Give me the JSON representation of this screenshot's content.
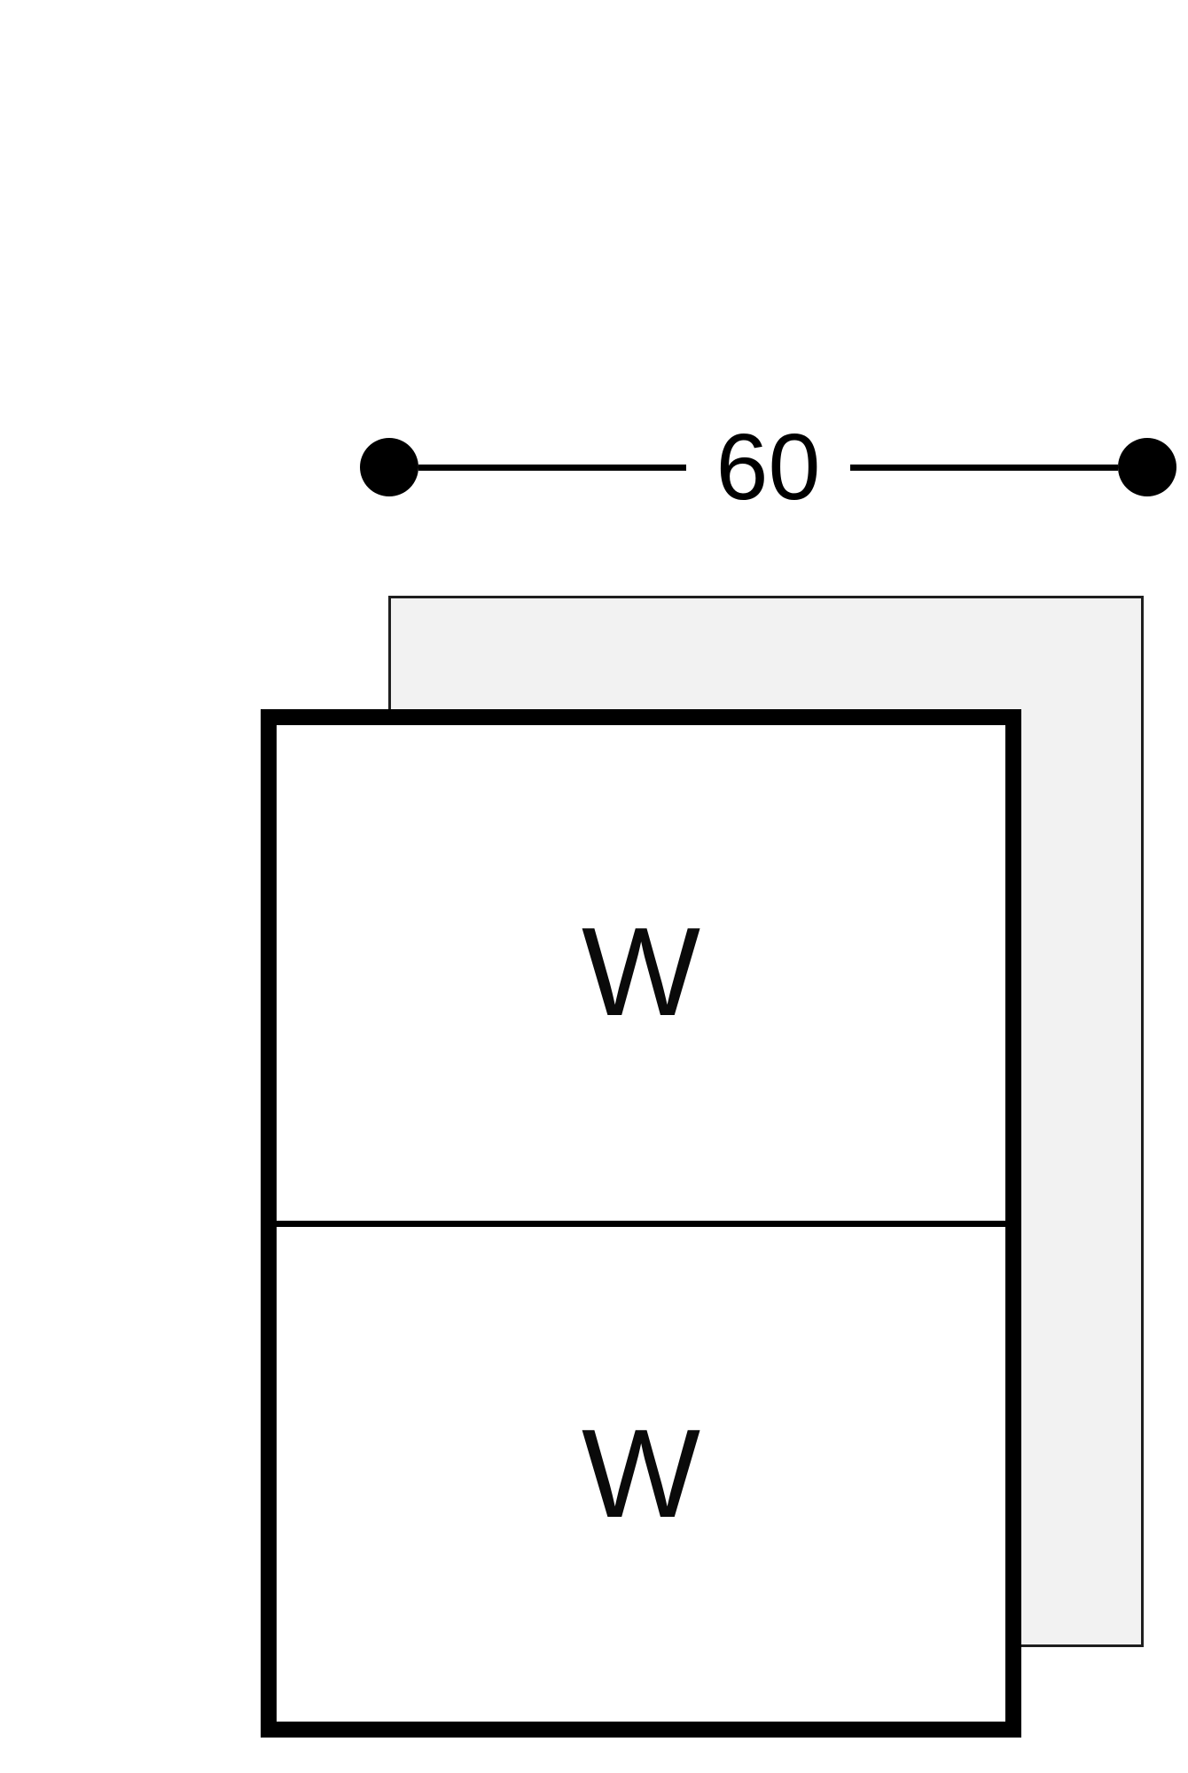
{
  "figure": {
    "dimension": {
      "value": "60"
    },
    "unit": {
      "compartments": [
        {
          "label": "W"
        },
        {
          "label": "W"
        }
      ]
    },
    "colors": {
      "line": "#000000",
      "panel_fill": "#f2f2f2",
      "panel_border": "#1f1f1f",
      "box_border": "#000000",
      "background": "#ffffff"
    }
  }
}
